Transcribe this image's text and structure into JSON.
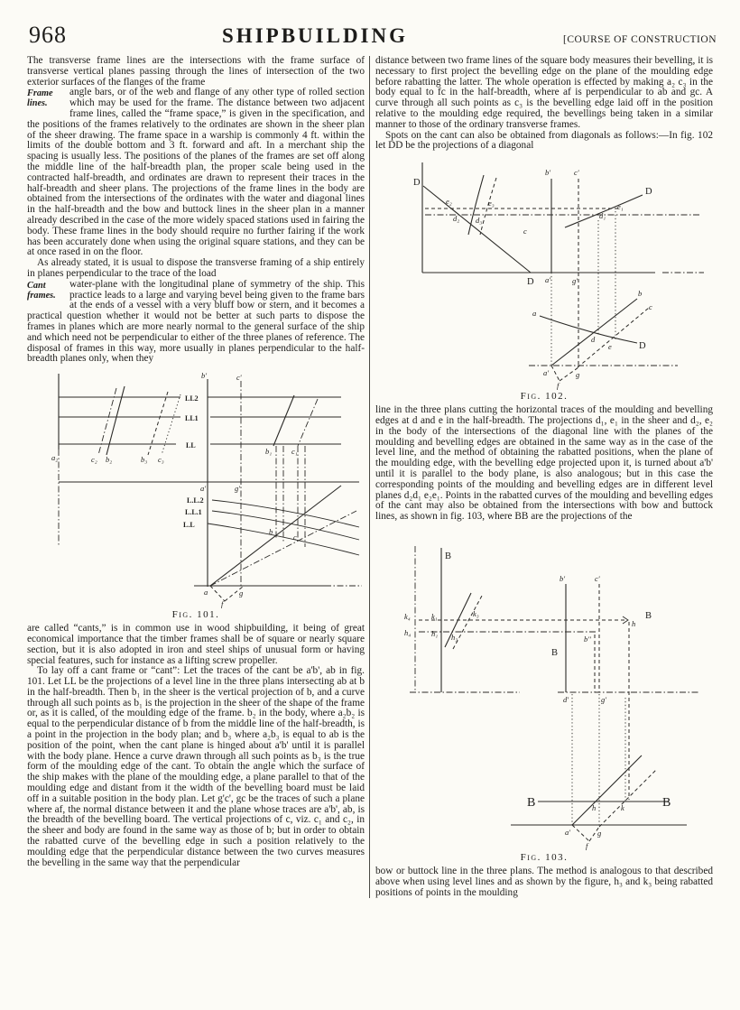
{
  "header": {
    "page_number": "968",
    "title": "SHIPBUILDING",
    "running_head": "[COURSE OF CONSTRUCTION"
  },
  "left": {
    "note1": "Frame lines.",
    "p1a": "The transverse frame lines are the intersections with the frame surface of transverse vertical planes passing through the lines of intersection of the two exterior surfaces of the flanges of the frame",
    "p1b": "angle bars, or of the web and flange of any other type of rolled section which may be used for the frame. The distance between two adjacent frame lines, called the “frame space,” is given in the specification, and the positions of the frames relatively to the ordinates are shown in the sheer plan of the sheer drawing. The frame space in a warship is commonly 4 ft. within the limits of the double bottom and 3 ft. forward and aft. In a merchant ship the spacing is usually less. The positions of the planes of the frames are set off along the middle line of the half-breadth plan, the proper scale being used in the contracted half-breadth, and ordinates are drawn to represent their traces in the half-breadth and sheer plans. The projections of the frame lines in the body are obtained from the intersections of the ordinates with the water and diagonal lines in the half-breadth and the bow and buttock lines in the sheer plan in a manner already described in the case of the more widely spaced stations used in fairing the body. These frame lines in the body should require no further fairing if the work has been accurately done when using the original square stations, and they can be at once rased in on the floor.",
    "note2": "Cant frames.",
    "p2a": "As already stated, it is usual to dispose the transverse framing of a ship entirely in planes perpendicular to the trace of the load",
    "p2b": "water-plane with the longitudinal plane of symmetry of the ship. This practice leads to a large and varying bevel being given to the frame bars at the ends of a vessel with a very bluff bow or stern, and it becomes a practical question whether it would not be better at such parts to dispose the frames in planes which are more nearly normal to the general surface of the ship and which need not be perpendicular to either of the three planes of reference. The disposal of frames in this way, more usually in planes perpendicular to the half-breadth planes only, when they",
    "p3": "are called “cants,” is in common use in wood shipbuilding, it being of great economical importance that the timber frames shall be of square or nearly square section, but it is also adopted in iron and steel ships of unusual form or having special features, such for instance as a lifting screw propeller.",
    "p4": "To lay off a cant frame or “cant”: Let the traces of the cant be a'b', ab in fig. 101.  Let LL be the projections of a level line in the three plans intersecting ab at b in the half-breadth.  Then b₁ in the sheer is the vertical projection of b, and a curve through all such points as b₁ is the projection in the sheer of the shape of the frame or, as it is called, of the moulding edge of the frame.  b₂ in the body, where a₂b₂ is equal to the perpendicular distance of b from the middle line of the half-breadth, is a point in the projection in the body plan; and b₃ where a₂b₃ is equal to ab is the position of the point, when the cant plane is hinged about a'b' until it is parallel with the body plane.  Hence a curve drawn through all such points as b₃ is the true form of the moulding edge of the cant.  To obtain the angle which the surface of the ship makes with the plane of the moulding edge, a plane parallel to that of the moulding edge and distant from it the width of the bevelling board must be laid off in a suitable position in the body plan.  Let g'c', gc be the traces of such a plane where af, the normal distance between it and the plane whose traces are a'b', ab, is the breadth of the bevelling board.  The vertical projections of c, viz. c₁ and c₂, in the sheer and body are found in the same way as those of b; but in order to obtain the rabatted curve of the bevelling edge in such a position relatively to the moulding edge that the perpendicular distance between the two curves measures the bevelling in the same way that the perpendicular"
  },
  "right": {
    "p5": "distance between two frame lines of the square body measures their bevelling, it is necessary to first project the bevelling edge on the plane of the moulding edge before rabatting the latter.  The whole operation is effected by making a₂ c₃ in the body equal to fc in the half-breadth, where af is perpendicular to ab and gc.  A curve through all such points as c₃ is the bevelling edge laid off in the position relative to the moulding edge required, the bevellings being taken in a similar manner to those of the ordinary transverse frames.",
    "p6": "Spots on the cant can also be obtained from diagonals as follows:—In fig. 102 let DD be the projections of a diagonal",
    "p7": "line in the three plans cutting the horizontal traces of the moulding and bevelling edges at d and e in the half-breadth.  The projections d₁, e₁ in the sheer and d₂, e₂ in the body of the intersections of the diagonal line with the planes of the moulding and bevelling edges are obtained in the same way as in the case of the level line, and the method of obtaining the rabatted positions, when the plane of the moulding edge, with the bevelling edge projected upon it, is turned about a'b' until it is parallel to the body plane, is also analogous; but in this case the corresponding points of the moulding and bevelling edges are in different level planes d₂d₁ e₂e₁.  Points in the rabatted curves of the moulding and bevelling edges of the cant may also be obtained from the intersections with bow and buttock lines, as shown in fig. 103, where BB are the projections of the",
    "p8": "bow or buttock line in the three plans.  The method is analogous to that described above when using level lines and as shown by the figure, h₃ and k₃ being rabatted positions of points in the moulding"
  },
  "figures": {
    "fig101": {
      "caption": "Fig. 101.",
      "labels": {
        "b_prime": "b'",
        "c_prime": "c'",
        "ll2": "LL2",
        "ll1": "LL1",
        "ll": "LL",
        "a2": "a₂",
        "c2": "c₂",
        "b2": "b₂",
        "b3": "b₃",
        "c3": "c₃",
        "b1": "b₁",
        "c1": "c₁",
        "a_prime": "a'",
        "g_prime": "g'",
        "lll2": "L.L.2",
        "lll1": "L.L.1",
        "lll": "L.L",
        "b": "b",
        "c": "c",
        "a": "a",
        "g": "g",
        "f": "f"
      }
    },
    "fig102": {
      "caption": "Fig. 102.",
      "labels": {
        "d_top": "D",
        "d_mid": "D",
        "d_right": "D",
        "d_bot": "D",
        "e2": "e₂",
        "d2": "d₂",
        "e3": "e₃",
        "d3": "d₃",
        "c_body": "c",
        "b_prime": "b'",
        "c_prime": "c'",
        "d1": "d₁",
        "e1": "e₁",
        "a_prime_base": "a'",
        "g_prime": "g'",
        "b": "b",
        "c": "c",
        "a": "a",
        "d": "d",
        "e": "e",
        "a_prime": "a'",
        "f": "f",
        "g": "g"
      }
    },
    "fig103": {
      "caption": "Fig. 103.",
      "labels": {
        "b_top": "B",
        "b_mid": "B",
        "b_right": "B",
        "b_bot_left": "B",
        "b_bot_right": "B",
        "k4": "k₄",
        "h4": "h₄",
        "k1": "k₁",
        "h1": "h₁",
        "k3": "k₃",
        "h3": "h₃",
        "b_prime": "b'",
        "c_prime": "c'",
        "b_dbl": "b''",
        "h_arrow": "h",
        "d_prime": "d'",
        "g_prime": "g'",
        "h": "h",
        "k": "k",
        "a_prime": "a'",
        "g": "g",
        "f": "f"
      }
    }
  }
}
